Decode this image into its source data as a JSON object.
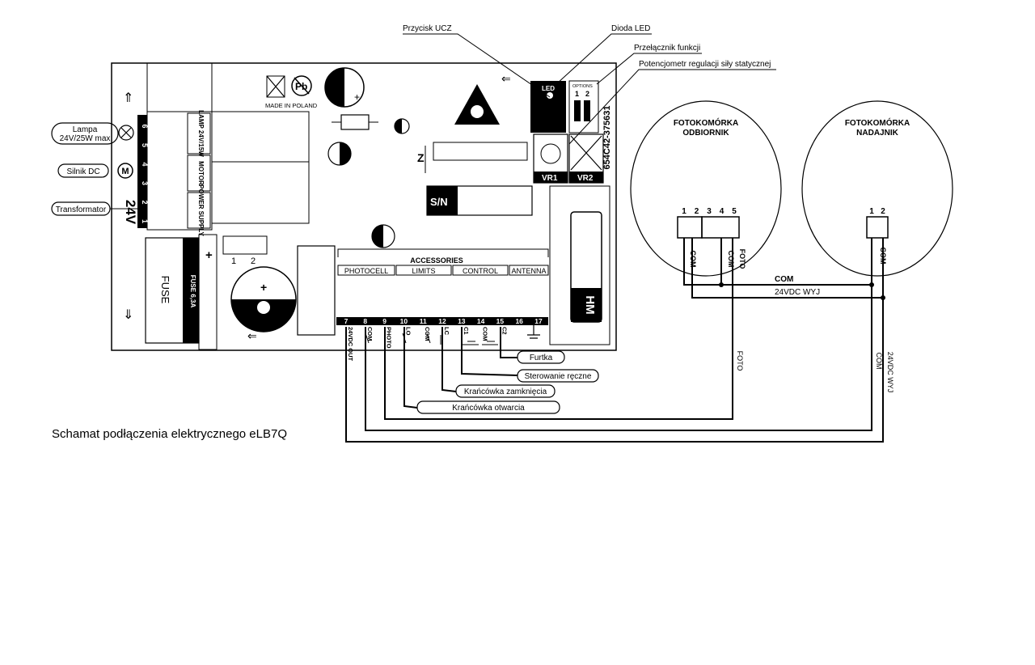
{
  "caption": "Schamat podłączenia elektrycznego eLB7Q",
  "callouts": {
    "ucz_button": "Przycisk UCZ",
    "led": "Dioda LED",
    "function_switch": "Przełącznik funkcji",
    "potentiometer": "Potencjometr regulacji siły statycznej"
  },
  "left_labels": {
    "lamp_line1": "Lampa",
    "lamp_line2": "24V/25W max",
    "motor": "Silnik DC",
    "transformer": "Transformator",
    "motor_symbol": "M"
  },
  "board": {
    "voltage": "24V",
    "lamp_block": "LAMP 24V/15W",
    "motor_block": "MOTOR",
    "power_block": "POWER SUPPLY",
    "fuse_box": "FUSE",
    "fuse_strip": "FUSE 6,3A",
    "made_in": "MADE IN POLAND",
    "serial_code": "654C42-375631",
    "sn_label": "S/N",
    "z_label": "Z",
    "led_label": "LED",
    "options_label": "OPTIONS",
    "vr1": "VR1",
    "vr2": "VR2",
    "hm": "HM",
    "accessories": "ACCESSORIES",
    "photocell": "PHOTOCELL",
    "limits": "LIMITS",
    "control": "CONTROL",
    "antenna": "ANTENNA",
    "dip1": "1",
    "dip2": "2",
    "opt1": "1",
    "opt2": "2",
    "terminals_left": [
      "6",
      "5",
      "4",
      "3",
      "2",
      "1"
    ],
    "terminals_bottom": [
      "7",
      "8",
      "9",
      "10",
      "11",
      "12",
      "13",
      "14",
      "15",
      "16",
      "17"
    ],
    "term_labels": {
      "t7": "24VDC OUT",
      "t8": "COM",
      "t9": "PHOTO",
      "t10": "LO",
      "t11": "COM",
      "t12": "LC",
      "t13": "C1",
      "t14": "COM",
      "t15": "C2"
    }
  },
  "bottom_labels": {
    "furtka": "Furtka",
    "manual": "Sterowanie ręczne",
    "close_limit": "Krańcówka zamknięcia",
    "open_limit": "Krańcówka otwarcia"
  },
  "photocells": {
    "receiver_line1": "FOTOKOMÓRKA",
    "receiver_line2": "ODBIORNIK",
    "transmitter_line1": "FOTOKOMÓRKA",
    "transmitter_line2": "NADAJNIK",
    "receiver_pins": [
      "1",
      "2",
      "3",
      "4",
      "5"
    ],
    "transmitter_pins": [
      "1",
      "2"
    ],
    "com": "COM",
    "foto": "FOTO",
    "vdc_out": "24VDC WYJ"
  }
}
